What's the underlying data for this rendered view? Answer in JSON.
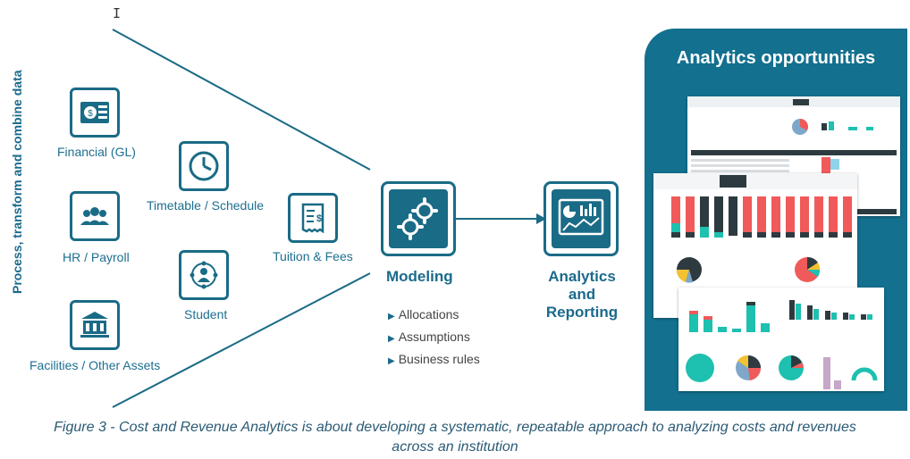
{
  "side_title": "Process, transform and combine data",
  "sources": {
    "financial": "Financial (GL)",
    "hr": "HR / Payroll",
    "facilities": "Facilities / Other Assets",
    "timetable": "Timetable / Schedule",
    "student": "Student",
    "tuition": "Tuition & Fees"
  },
  "modeling": {
    "title": "Modeling",
    "bullets": [
      "Allocations",
      "Assumptions",
      "Business rules"
    ]
  },
  "analytics": {
    "line1": "Analytics",
    "line2": "and",
    "line3": "Reporting"
  },
  "panel": {
    "title": "Analytics opportunities"
  },
  "caption": {
    "line1": "Figure 3 - Cost and Revenue Analytics is about developing a systematic, repeatable approach to analyzing costs and revenues",
    "line2": "across an institution"
  },
  "colors": {
    "teal": "#1a6b86",
    "panel": "#13708f",
    "red": "#f05a5a",
    "dark": "#2d3b40"
  },
  "icons": [
    "money-icon",
    "people-icon",
    "building-icon",
    "clock-icon",
    "person-network-icon",
    "receipt-icon",
    "gears-icon",
    "dashboard-icon"
  ]
}
